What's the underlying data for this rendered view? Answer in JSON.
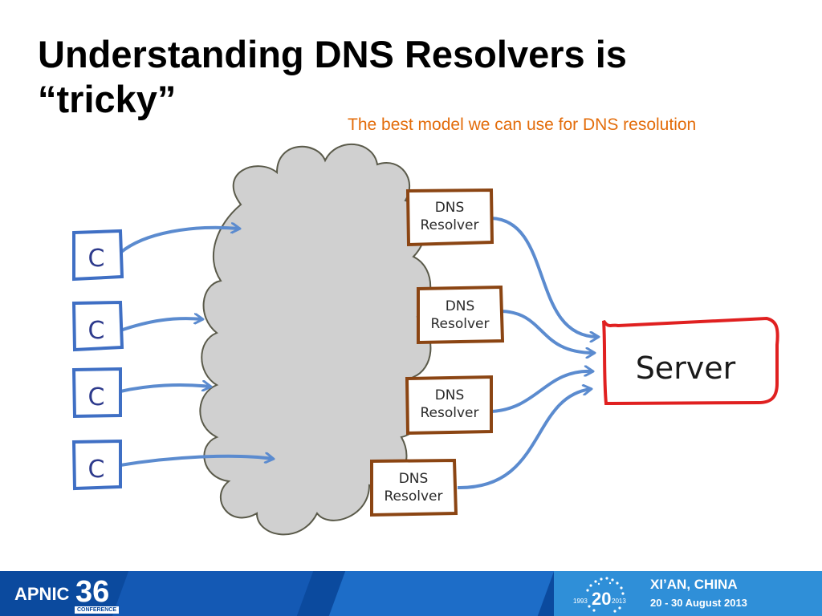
{
  "slide": {
    "title_line1": "Understanding DNS Resolvers is",
    "title_line2": "“tricky”",
    "subtitle": "The best model we can use for DNS resolution"
  },
  "diagram": {
    "clients": [
      {
        "label": "C"
      },
      {
        "label": "C"
      },
      {
        "label": "C"
      },
      {
        "label": "C"
      }
    ],
    "resolvers": [
      {
        "line1": "DNS",
        "line2": "Resolver"
      },
      {
        "line1": "DNS",
        "line2": "Resolver"
      },
      {
        "line1": "DNS",
        "line2": "Resolver"
      },
      {
        "line1": "DNS",
        "line2": "Resolver"
      }
    ],
    "server": {
      "label": "Server"
    },
    "colors": {
      "client_stroke": "#3f6fc4",
      "arrow": "#5b8bcf",
      "resolver_stroke": "#8b4513",
      "server_stroke": "#e02020",
      "cloud_fill": "#d0d0d0",
      "cloud_stroke": "#5a5a4a"
    }
  },
  "footer": {
    "logo_text": "APNIC",
    "logo_number": "36",
    "logo_sub": "CONFERENCE",
    "anniversary_start": "1993",
    "anniversary_number": "20",
    "anniversary_end": "2013",
    "location": "XI’AN, CHINA",
    "dates": "20 - 30 August 2013",
    "colors": {
      "bg": "#0b4a9e",
      "accent": "#2f8fd8"
    }
  }
}
